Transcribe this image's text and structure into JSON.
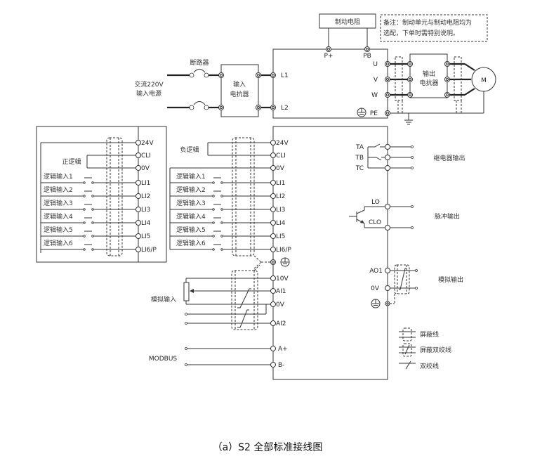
{
  "diagram": {
    "caption": "（a）S2 全部标准接线图",
    "power_input": {
      "source_label_line1": "交流220V",
      "source_label_line2": "输入电源",
      "breaker_label": "断路器",
      "input_reactor_line1": "输入",
      "input_reactor_line2": "电抗器",
      "terminals": [
        "L1",
        "L2"
      ]
    },
    "braking": {
      "resistor_label": "制动电阻",
      "terminals": [
        "P+",
        "PB"
      ],
      "note_line1": "备注：制动单元与制动电阻均为",
      "note_line2": "选配，下单时需特别说明。"
    },
    "output": {
      "terminals": [
        "U",
        "V",
        "W",
        "PE"
      ],
      "reactor_line1": "输出",
      "reactor_line2": "电抗器",
      "motor_label": "M"
    },
    "logic_inputs": {
      "positive_logic_label": "正逻辑",
      "negative_logic_label": "负逻辑",
      "inputs": [
        "逻辑输入1",
        "逻辑输入2",
        "逻辑输入3",
        "逻辑输入4",
        "逻辑输入5",
        "逻辑输入6"
      ],
      "left_terminals": [
        "24V",
        "CLI",
        "0V",
        "LI1",
        "LI2",
        "LI3",
        "LI4",
        "LI5",
        "LI6/P"
      ],
      "terminals": [
        "24V",
        "CLI",
        "0V",
        "LI1",
        "LI2",
        "LI3",
        "LI4",
        "LI5",
        "LI6/P"
      ]
    },
    "analog_input": {
      "label": "模拟输入",
      "terminals": [
        "10V",
        "AI1",
        "0V",
        "AI2"
      ]
    },
    "modbus": {
      "label": "MODBUS",
      "terminals": [
        "A+",
        "B-"
      ]
    },
    "relay_output": {
      "label": "继电器输出",
      "terminals": [
        "TA",
        "TB",
        "TC"
      ]
    },
    "pulse_output": {
      "label": "脉冲输出",
      "terminals": [
        "LO",
        "CLO"
      ]
    },
    "analog_output": {
      "label": "模拟输出",
      "terminals": [
        "AO1",
        "0V"
      ]
    },
    "legend": [
      {
        "symbol": "shielded-wire",
        "label": "屏蔽线"
      },
      {
        "symbol": "shielded-twisted-pair",
        "label": "屏蔽双绞线"
      },
      {
        "symbol": "twisted-pair",
        "label": "双绞线"
      }
    ]
  }
}
